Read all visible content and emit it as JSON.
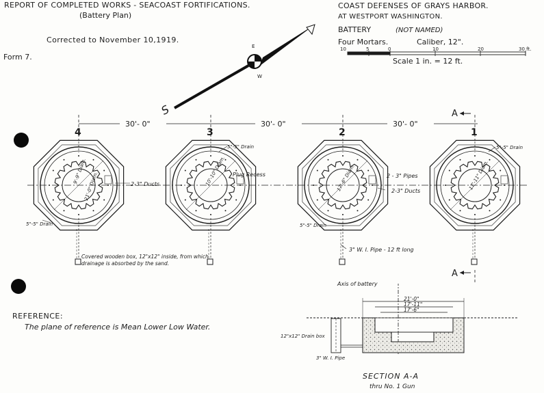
{
  "title": {
    "line1": "REPORT OF COMPLETED WORKS - SEACOAST FORTIFICATIONS.",
    "line2": "(Battery Plan)",
    "corrected": "Corrected to November 10,1919.",
    "form": "Form 7."
  },
  "header_right": {
    "line1": "COAST DEFENSES OF GRAYS HARBOR.",
    "line2": "AT WESTPORT WASHINGTON.",
    "battery_label": "BATTERY",
    "battery_name": "(NOT NAMED)",
    "armament": "Four Mortars.",
    "caliber": "Caliber, 12\".",
    "scale_ticks": [
      "10",
      "5",
      "0",
      "10",
      "20",
      "30 ft."
    ],
    "scale_caption": "Scale 1 in. = 12 ft."
  },
  "compass": {
    "south_label": "S"
  },
  "spacing": [
    "30'- 0\"",
    "30'- 0\"",
    "30'- 0\""
  ],
  "section_marker": "A",
  "pits": [
    {
      "number": "4",
      "inner_diam": "9'-9\" Diam.",
      "outer_diam": "21'-0\" Diam."
    },
    {
      "number": "3",
      "inner_diam": "10'-10\" Diam."
    },
    {
      "number": "2",
      "inner_diam": "17'-6\" Diam."
    },
    {
      "number": "1",
      "inner_diam": "17'-11\" Diam."
    }
  ],
  "notes": {
    "drain_5_5": "5\"-5\" Drain",
    "drain_5_5_b": "5\"-5\" Drain",
    "drain_5_5_c": "5\"-5\" Drain",
    "drain_5_5_d": "5\"-5\" Drain",
    "ducts_2_3": "2-3\" Ducts",
    "ducts_2_3_b": "2-3\" Ducts",
    "plug_recess": "Plug Recess",
    "pipes": "2 - 3\" Pipes",
    "wi_pipe": "3\" W. I. Pipe - 12 ft long",
    "box_note_1": "Covered wooden box, 12\"x12\" inside, from which",
    "box_note_2": "drainage is absorbed by the sand."
  },
  "reference": {
    "heading": "REFERENCE:",
    "text": "The plane of reference is Mean Lower Low Water."
  },
  "section": {
    "axis_label": "Axis of battery",
    "dim_outer": "21'-0\"",
    "dim_mid": "17'-11\"",
    "dim_inner": "17'-6\"",
    "drain_box": "12\"x12\" Drain box",
    "wi_pipe": "3\" W. I. Pipe",
    "title": "SECTION A-A",
    "subtitle": "thru No. 1 Gun"
  }
}
